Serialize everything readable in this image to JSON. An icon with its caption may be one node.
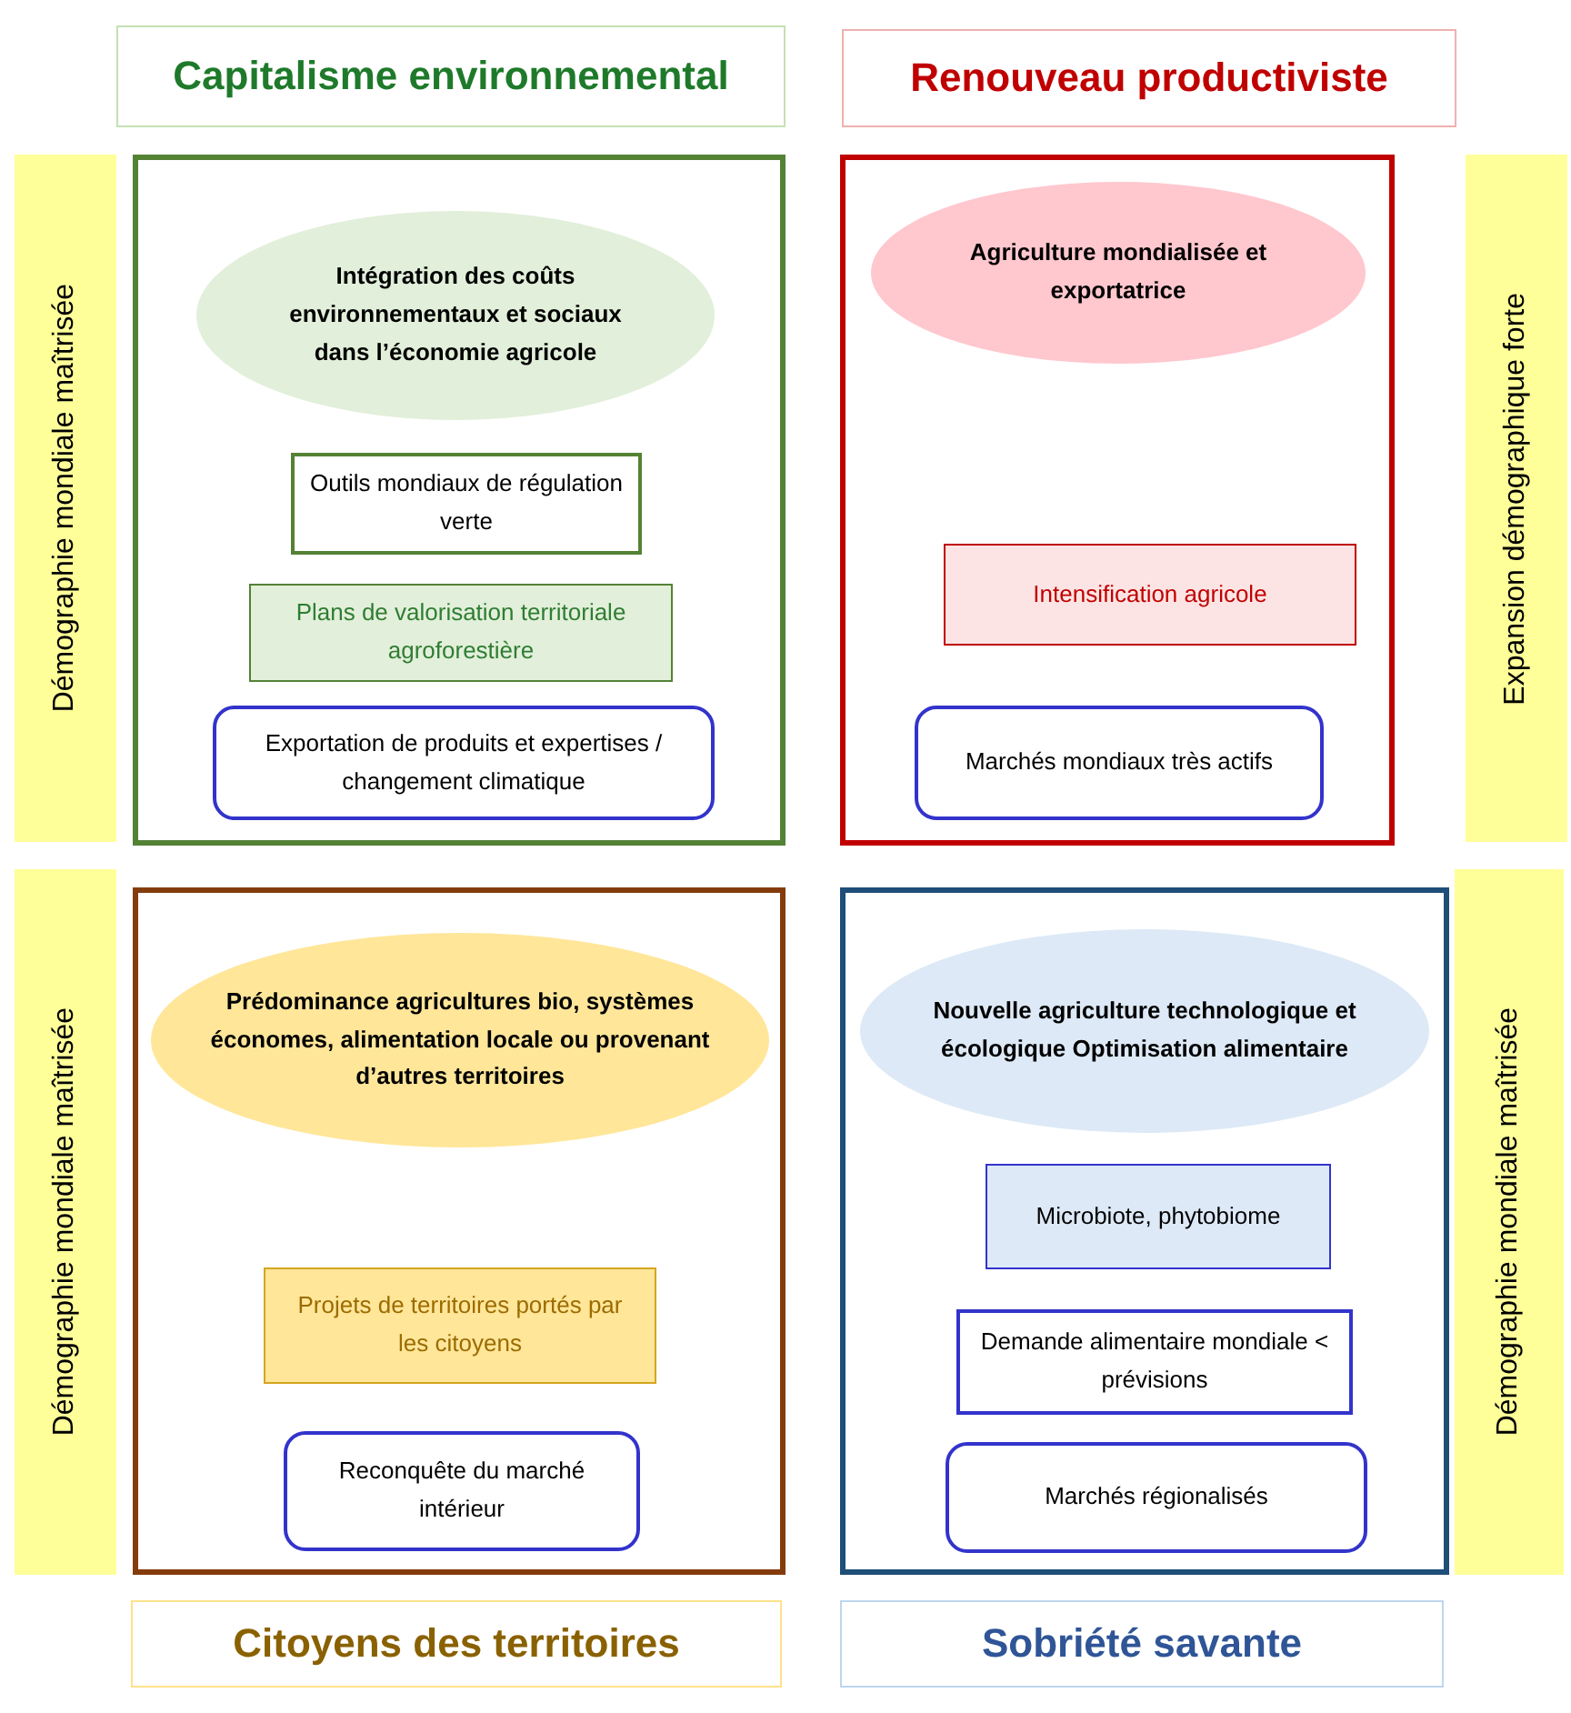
{
  "diagram": {
    "nodes": [
      {
        "text": [
          "Capitalisme environnemental"
        ]
      },
      {
        "text": [
          "Renouveau productiviste"
        ]
      },
      {
        "text": [
          "Démographie mondiale maîtrisée"
        ]
      },
      {
        "text": [],
        "shape": "box"
      },
      {
        "text": [
          "Intégration des coûts environnementaux et sociaux dans l’économie agricole"
        ],
        "in": 3
      },
      {
        "text": [
          "Outils mondiaux de régulation verte"
        ],
        "in": 3
      },
      {
        "text": [
          "Plans de valorisation territoriale agroforestière"
        ],
        "in": 3
      },
      {
        "text": [
          "Exportation de produits et expertises / changement climatique"
        ],
        "in": 3
      },
      {
        "text": [],
        "shape": "box"
      },
      {
        "text": [
          "Agriculture mondialisée et exportatrice"
        ],
        "in": 8
      },
      {
        "text": [
          "Intensification agricole"
        ],
        "in": 8
      },
      {
        "text": [
          "Marchés mondiaux très actifs"
        ],
        "in": 8
      },
      {
        "text": [
          "Expansion démographique forte"
        ]
      },
      {
        "text": [
          "Démographie mondiale maîtrisée"
        ]
      },
      {
        "text": [],
        "shape": "box"
      },
      {
        "text": [
          "Prédominance agricultures bio, systèmes économes, alimentation locale ou provenant d’autres territoires"
        ],
        "in": 14
      },
      {
        "text": [
          "Projets de territoires portés par les citoyens"
        ],
        "in": 14
      },
      {
        "text": [
          "Reconquête du marché intérieur"
        ],
        "in": 14
      },
      {
        "text": [],
        "shape": "box"
      },
      {
        "text": [
          "Nouvelle agriculture technologique et écologique Optimisation alimentaire"
        ],
        "in": 18
      },
      {
        "text": [
          "Microbiote, phytobiome"
        ],
        "in": 18
      },
      {
        "text": [
          "Demande alimentaire mondiale < prévisions"
        ],
        "in": 18
      },
      {
        "text": [
          "Marchés régionalisés"
        ],
        "in": 18
      },
      {
        "text": [
          "Démographie mondiale maîtrisée"
        ]
      },
      {
        "text": [
          "Citoyens des territoires"
        ]
      },
      {
        "text": [
          "Sobriété savante"
        ]
      }
    ]
  }
}
